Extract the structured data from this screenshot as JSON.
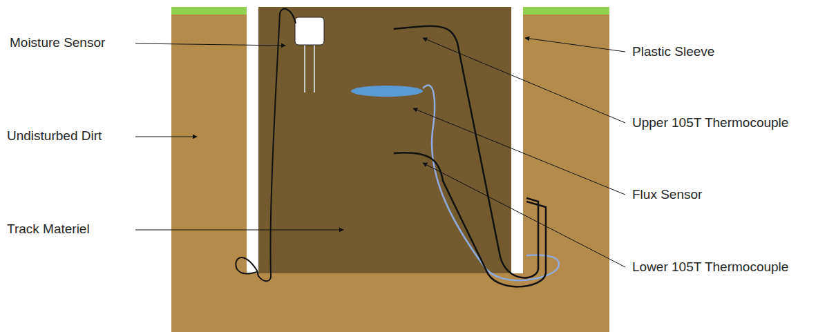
{
  "diagram": {
    "labels": [
      "Moisture Sensor",
      "Plastic Sleeve",
      "Upper 105T Thermocouple",
      "Undisturbed Dirt",
      "Flux Sensor",
      "Track Materiel",
      "Lower 105T Thermocouple"
    ]
  }
}
